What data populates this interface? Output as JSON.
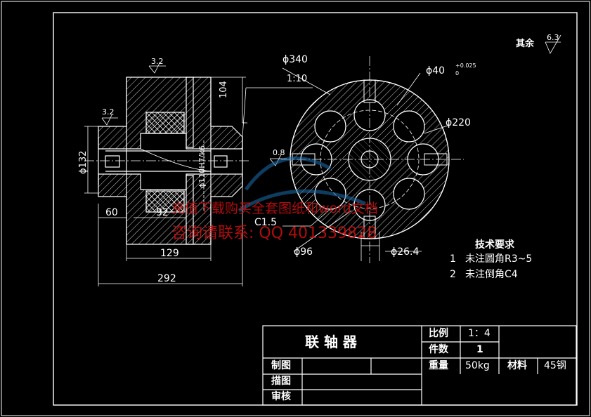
{
  "surface_note": {
    "label": "其余",
    "roughness": "6.3"
  },
  "left_view": {
    "roughness_top": "3.2",
    "roughness_left": "3.2",
    "dim_104": "104",
    "taper": "1:10",
    "dim_phi132": "ϕ132",
    "dim_60": "60",
    "dim_92": "92",
    "dim_129": "129",
    "dim_292": "292",
    "roughness_bore": "0.8",
    "bore_fit": "ϕ110H7/k6"
  },
  "right_view": {
    "dim_phi340": "ϕ340",
    "dim_phi40": "ϕ40",
    "tol_phi40_upper": "+0.025",
    "tol_phi40_lower": "0",
    "dim_phi220": "ϕ220",
    "chamfer": "C1.5",
    "dim_phi96": "ϕ96",
    "dim_phi26": "ϕ26.4"
  },
  "tech_req": {
    "title": "技术要求",
    "items": [
      {
        "num": "1",
        "text": "未注圆角R3~5"
      },
      {
        "num": "2",
        "text": "未注倒角C4"
      }
    ]
  },
  "title_block": {
    "part_name": "联 轴 器",
    "scale_label": "比例",
    "scale_value": "1：4",
    "qty_label": "件数",
    "qty_value": "1",
    "weight_label": "重量",
    "weight_value": "50kg",
    "material_label": "材料",
    "material_value": "45钢",
    "drawn_label": "制图",
    "traced_label": "描图",
    "checked_label": "审核"
  },
  "watermark": {
    "line1": "充值下载购买全套图纸和word文档",
    "line2": "咨询请联系: QQ 401339828"
  },
  "colors": {
    "background": "#000000",
    "line": "#ffffff",
    "watermark": "#d01010",
    "watermark_logo": "#1a6fb0"
  }
}
